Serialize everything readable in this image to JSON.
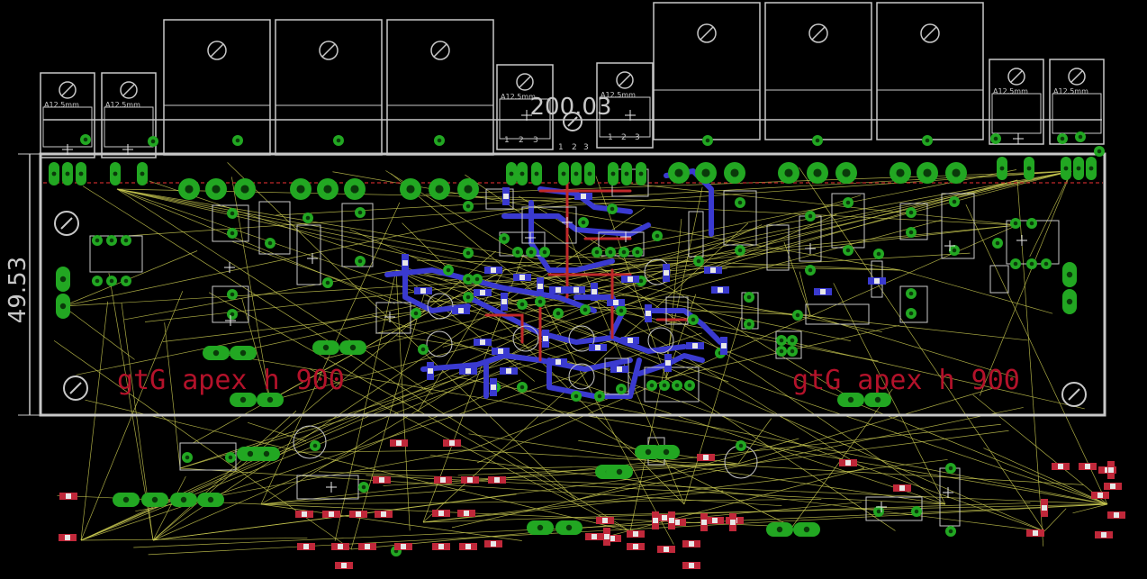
{
  "app": "Eagle PCB board layout",
  "dimensions": {
    "width_label": "200.03",
    "height_label": "49.53"
  },
  "silkscreen": {
    "left_label": "gtG apex h 900",
    "right_label": "gtG apex h 900"
  },
  "transistor_marking": "A12.5mm",
  "pin_labels": [
    "1",
    "2",
    "3"
  ],
  "colors": {
    "background": "#000000",
    "outline": "#c8c8c8",
    "pad": "#22a722",
    "pad_hole": "#0a3a0a",
    "bottom_copper": "#3a3ad0",
    "top_copper": "#c0282a",
    "airwire": "#c8c850",
    "silk_text": "#b3122a",
    "smd_resistor": "#c0283a"
  },
  "icons": {
    "mounting_hole": "mounting-hole-icon",
    "crosshair": "origin-cross-icon"
  }
}
